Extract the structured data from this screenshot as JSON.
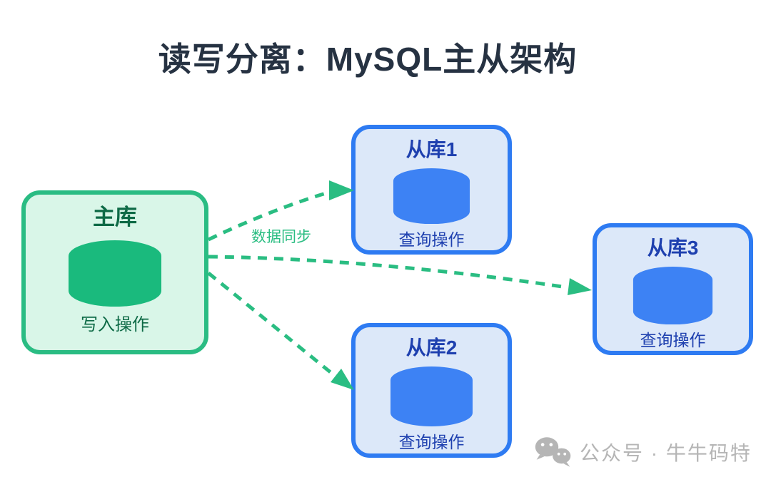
{
  "page": {
    "title": "读写分离：MySQL主从架构"
  },
  "diagram": {
    "sync_label": "数据同步",
    "master": {
      "name": "主库",
      "operation": "写入操作"
    },
    "slaves": [
      {
        "name": "从库1",
        "operation": "查询操作"
      },
      {
        "name": "从库2",
        "operation": "查询操作"
      },
      {
        "name": "从库3",
        "operation": "查询操作"
      }
    ]
  },
  "watermark": {
    "icon": "wechat-icon",
    "text": "公众号 · 牛牛码特"
  },
  "colors": {
    "title-ink": "#263242",
    "green-border": "#2abc83",
    "green-bg": "#d9f6e8",
    "green-cyl": "#1aba7d",
    "green-ink": "#0e6a46",
    "arrow-green": "#2abd82",
    "blue-border": "#2e7bf2",
    "blue-bg": "#dce8f9",
    "blue-cyl": "#3d82f4",
    "blue-ink": "#1e40af",
    "watermark-gray": "#b5b5b5"
  }
}
